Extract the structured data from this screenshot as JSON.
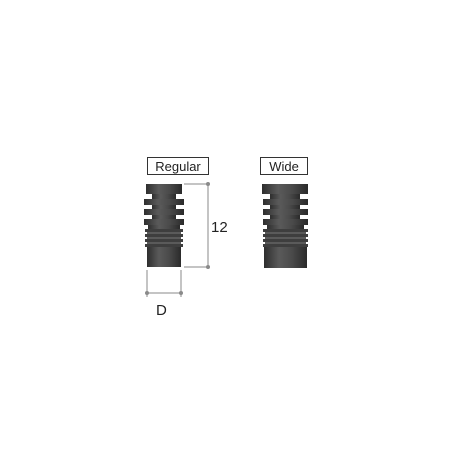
{
  "labels": {
    "regular": "Regular",
    "wide": "Wide"
  },
  "dimensions": {
    "height": "12",
    "diameter": "D"
  },
  "colors": {
    "implant_dark": "#3a3a3a",
    "implant_mid": "#555555",
    "implant_light": "#6e6e6e",
    "dimension_line": "#8a8a8a",
    "text": "#222222"
  }
}
